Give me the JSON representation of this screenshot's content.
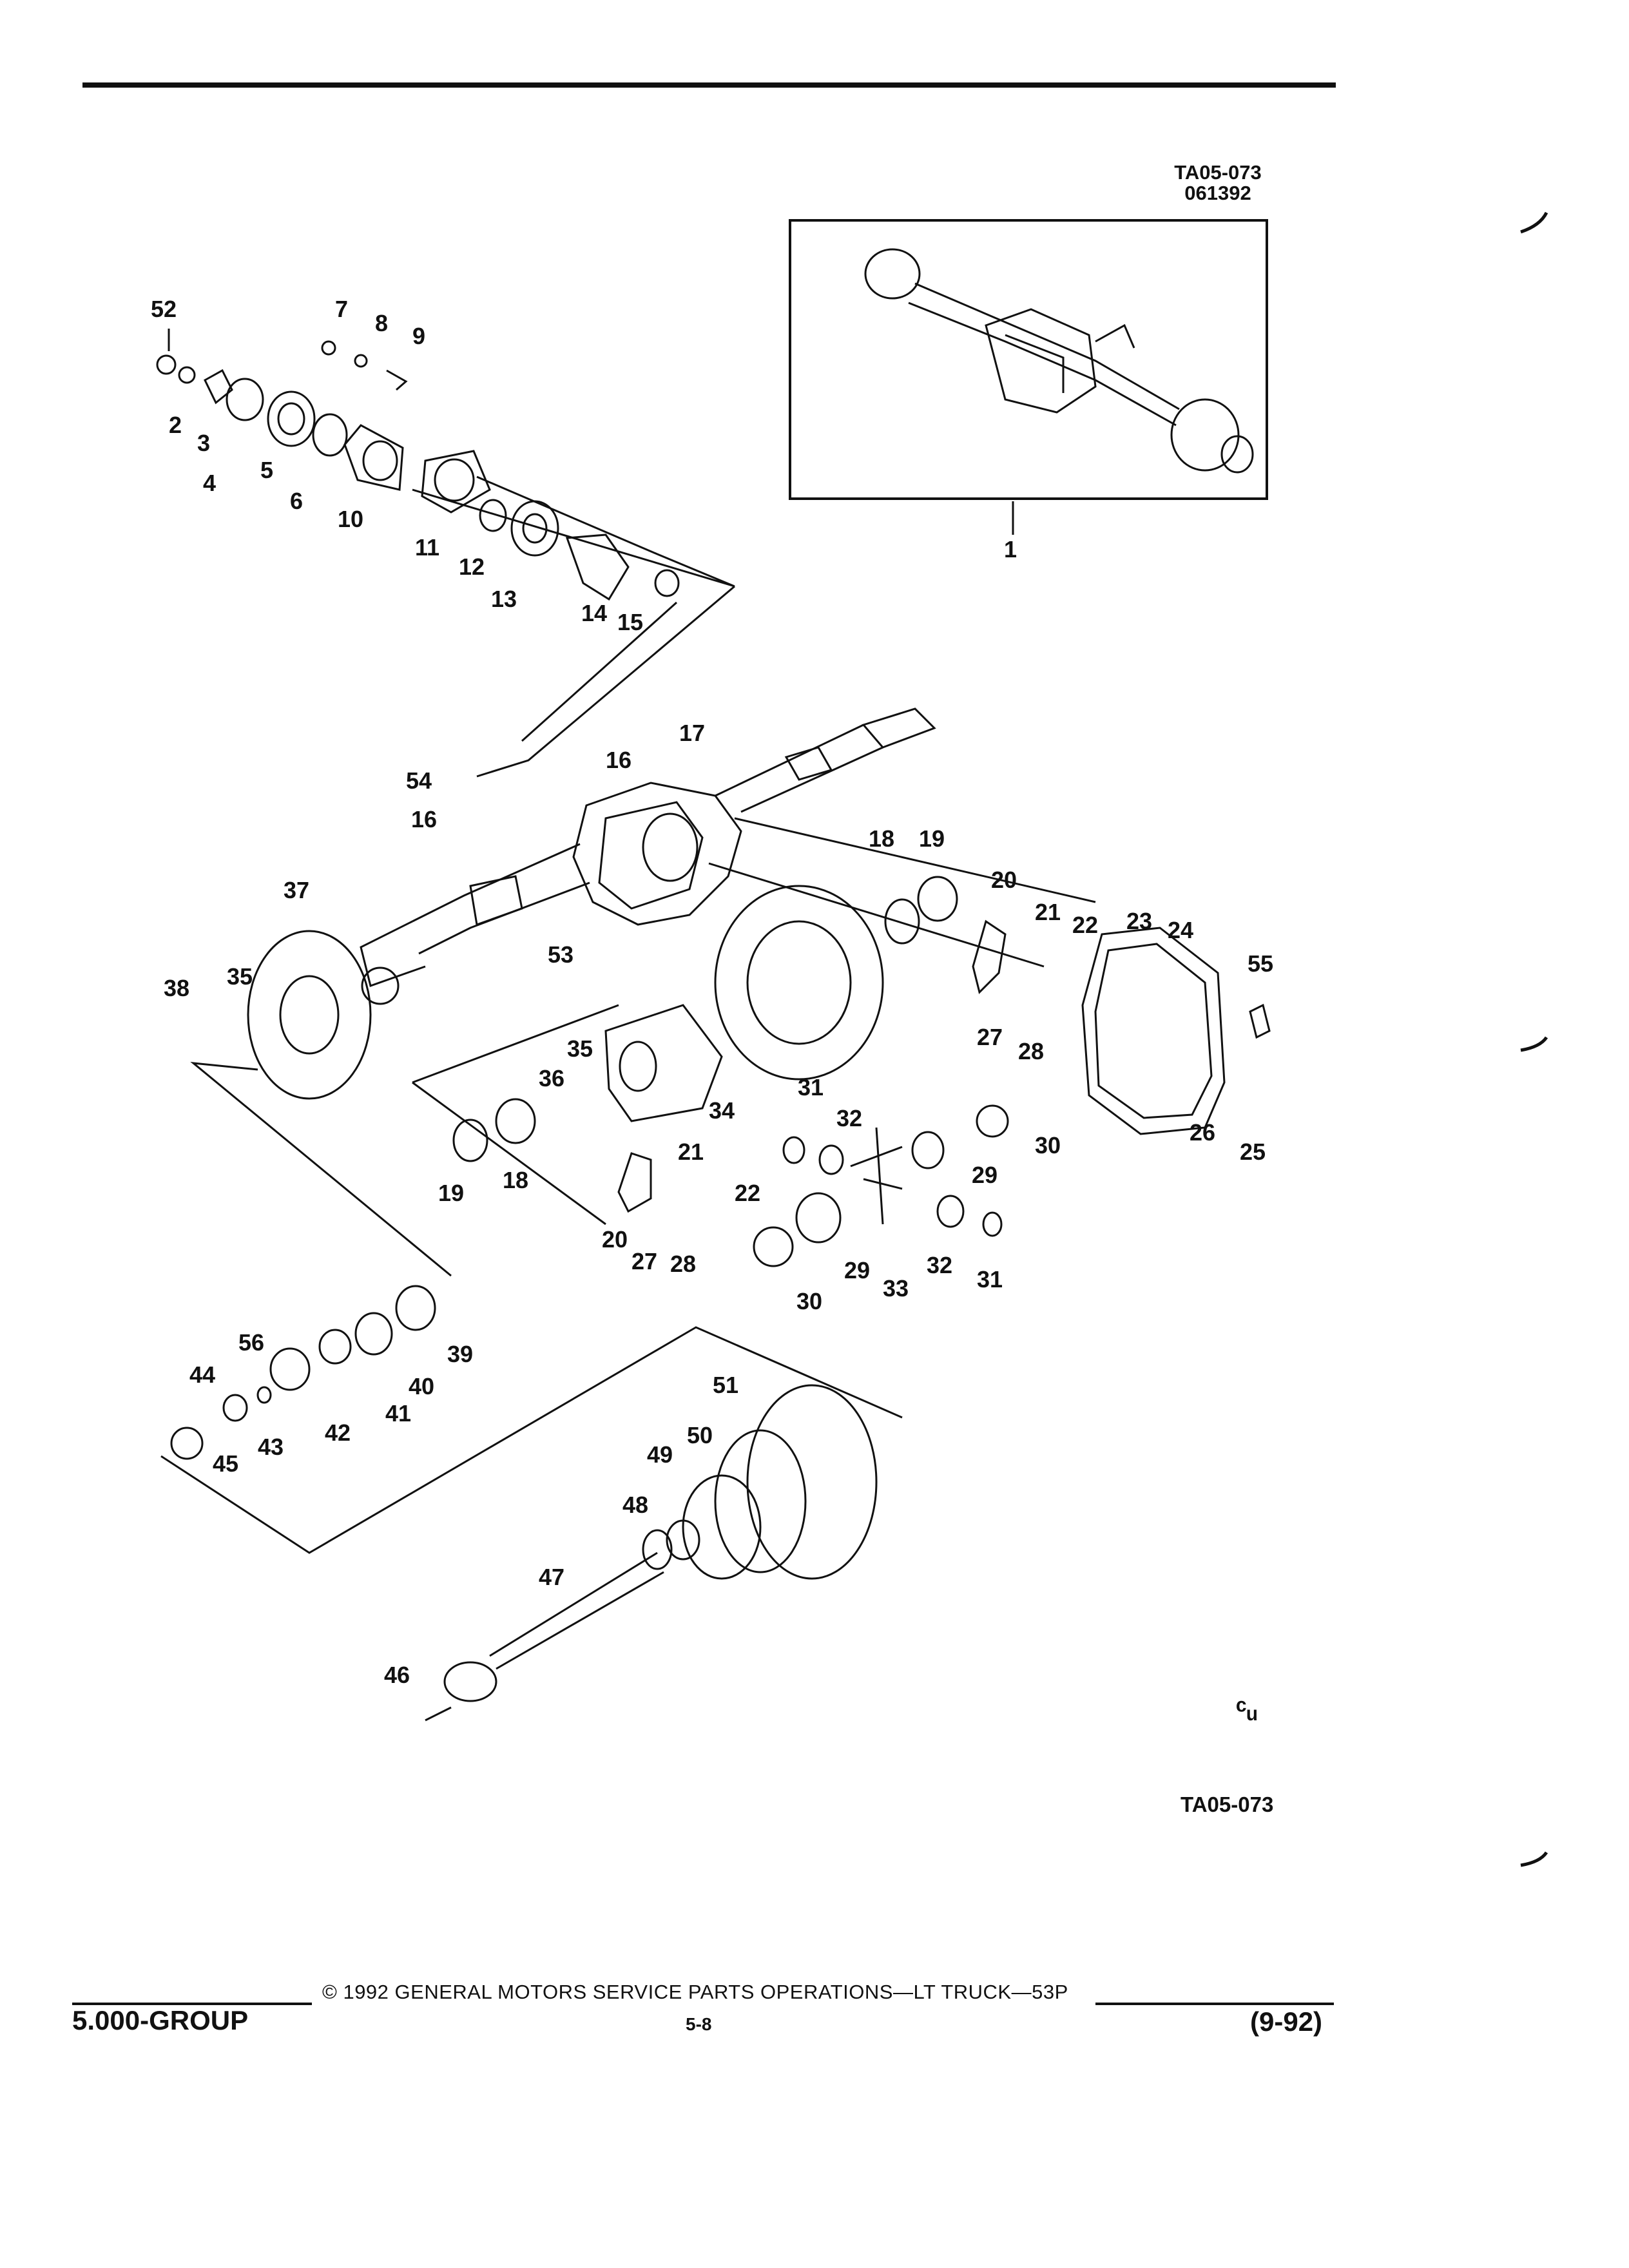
{
  "figure": {
    "code_top": "TA05-073",
    "date_top": "061392",
    "code_bottom": "TA05-073",
    "mark": "ᶜᵤ"
  },
  "callouts": [
    "1",
    "2",
    "3",
    "4",
    "5",
    "6",
    "7",
    "8",
    "9",
    "10",
    "11",
    "12",
    "13",
    "14",
    "15",
    "16",
    "17",
    "18",
    "19",
    "20",
    "21",
    "22",
    "23",
    "24",
    "25",
    "26",
    "27",
    "28",
    "29",
    "30",
    "31",
    "32",
    "33",
    "34",
    "35",
    "36",
    "37",
    "38",
    "39",
    "40",
    "41",
    "42",
    "43",
    "44",
    "45",
    "46",
    "47",
    "48",
    "49",
    "50",
    "51",
    "52",
    "53",
    "54",
    "55",
    "56"
  ],
  "footer": {
    "copyright": "©  1992  GENERAL MOTORS SERVICE PARTS OPERATIONS—LT TRUCK—53P",
    "group": "5.000-GROUP",
    "page": "5-8",
    "revision": "(9-92)"
  }
}
